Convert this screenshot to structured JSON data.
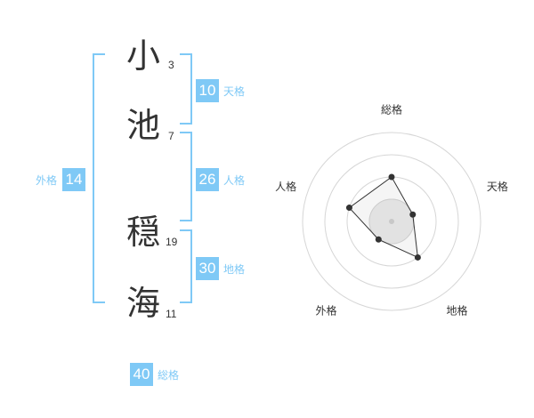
{
  "name_chars": [
    {
      "char": "小",
      "strokes": "3"
    },
    {
      "char": "池",
      "strokes": "7"
    },
    {
      "char": "穏",
      "strokes": "19"
    },
    {
      "char": "海",
      "strokes": "11"
    }
  ],
  "kaku": {
    "tenkaku": {
      "value": "10",
      "label": "天格"
    },
    "jinkaku": {
      "value": "26",
      "label": "人格"
    },
    "chikaku": {
      "value": "30",
      "label": "地格"
    },
    "gaikaku": {
      "value": "14",
      "label": "外格"
    },
    "soukaku": {
      "value": "40",
      "label": "総格"
    }
  },
  "colors": {
    "accent": "#7fc9f6",
    "text": "#333333"
  },
  "chart_data": {
    "type": "radar",
    "axes": [
      "総格",
      "天格",
      "地格",
      "外格",
      "人格"
    ],
    "levels": 4,
    "range": [
      0,
      4
    ],
    "values": [
      2,
      1,
      2,
      1,
      2
    ]
  }
}
